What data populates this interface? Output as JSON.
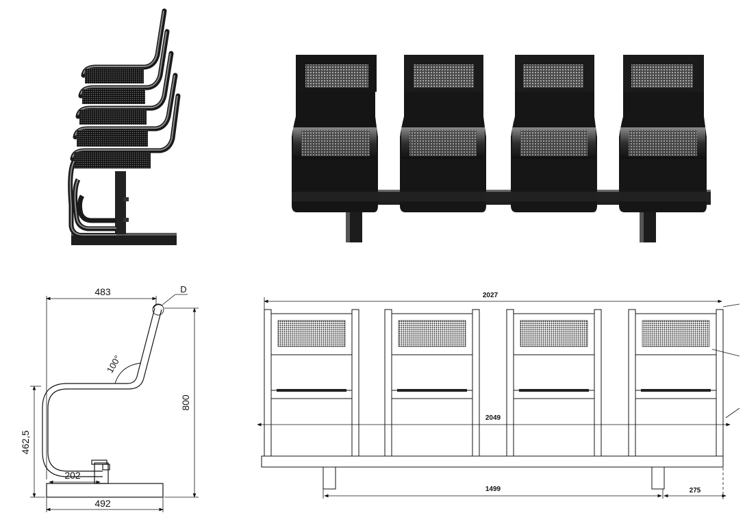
{
  "drawing": {
    "side_dimensions": {
      "seat_depth": "483",
      "detail_mark": "D",
      "back_angle": "100°",
      "seat_height": "462,5",
      "overall_height": "800",
      "base_offset": "202",
      "base_length": "492"
    },
    "front_dimensions": {
      "seat_span": "2027",
      "overall_length": "2049",
      "foot_spacing": "1499",
      "end_overhang": "275"
    },
    "colors": {
      "render_dark": "#1a1a1a",
      "render_mid": "#3a3a3a",
      "render_light": "#9a9a9a",
      "line": "#111111"
    }
  }
}
